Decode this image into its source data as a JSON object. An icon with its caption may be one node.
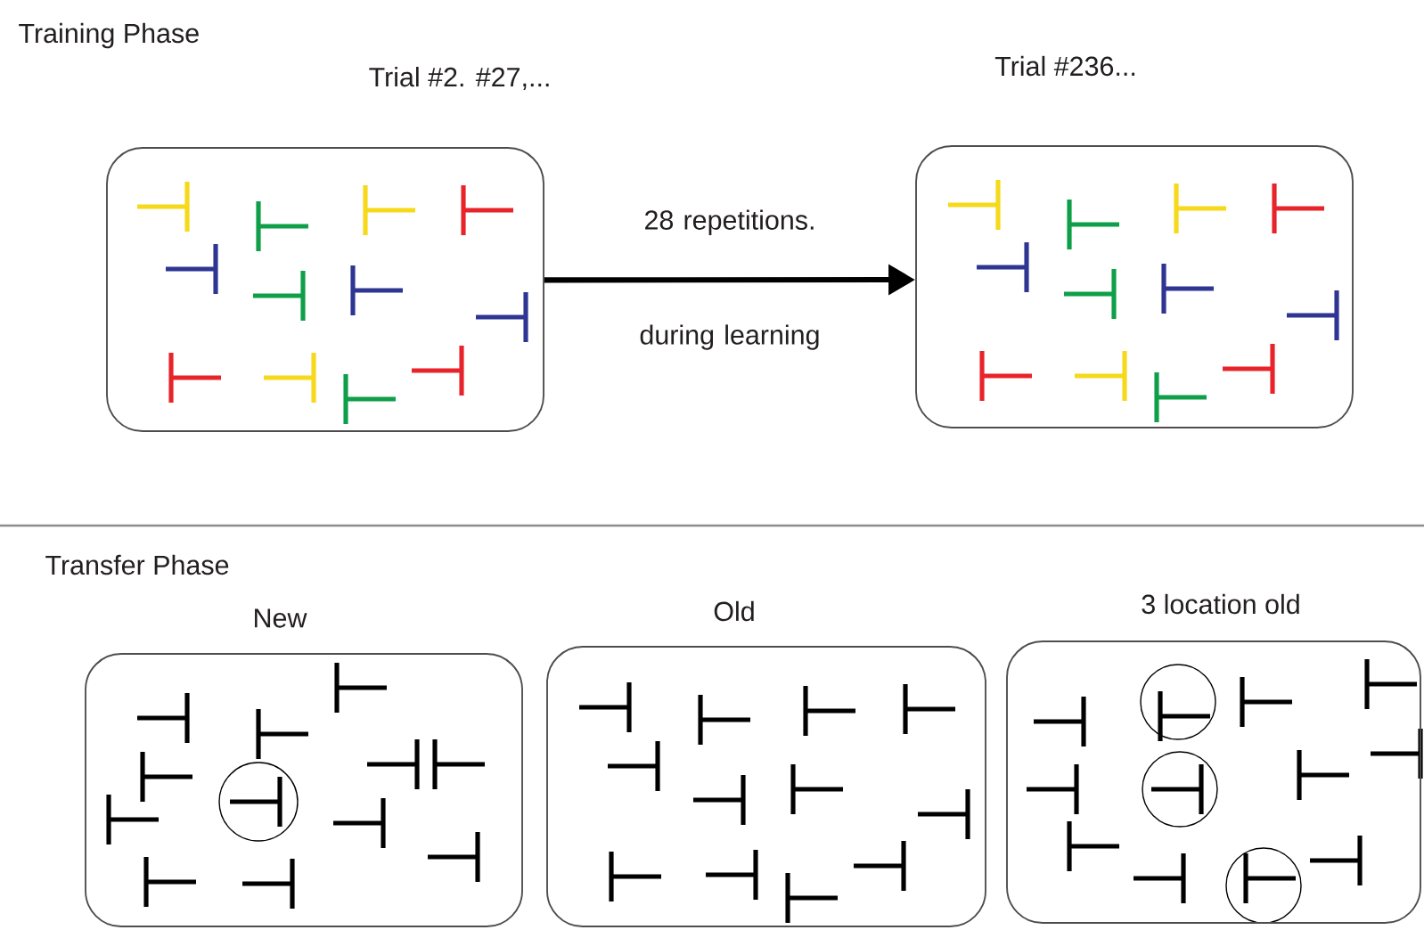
{
  "diagram": {
    "nodes": [
      {
        "text": [
          "Trial #2. #27,..."
        ]
      },
      {
        "text": [
          "Trial #236..."
        ]
      },
      {
        "text": [
          "New"
        ]
      },
      {
        "text": [
          "Old"
        ]
      },
      {
        "text": [
          "3 location old"
        ]
      }
    ],
    "edges": [
      {
        "from": 0,
        "to": 1,
        "arrow": "to",
        "label": "28 repetitions. during learning"
      }
    ],
    "labels": [
      "Training Phase",
      "Transfer Phase"
    ]
  }
}
